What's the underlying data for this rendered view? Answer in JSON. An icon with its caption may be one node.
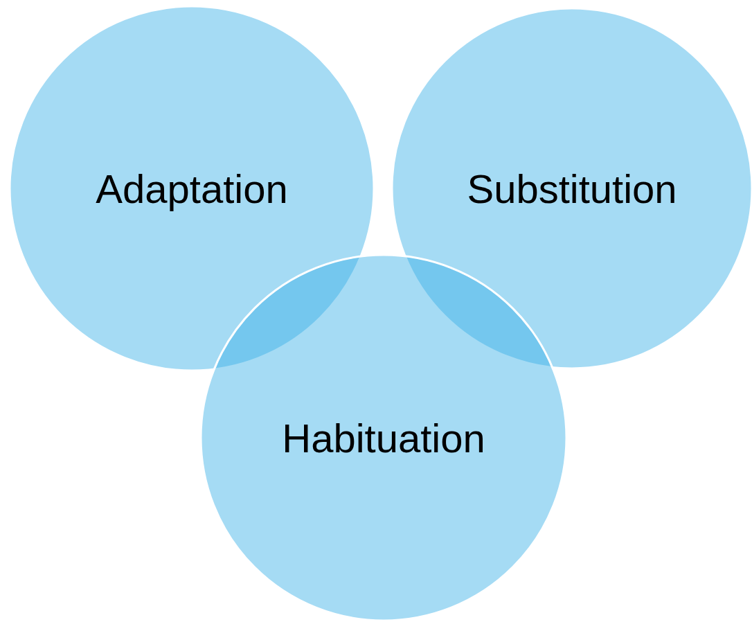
{
  "diagram": {
    "nodes": [
      {
        "text": [
          "Adaptation"
        ]
      },
      {
        "text": [
          "Substitution"
        ]
      },
      {
        "text": [
          "Habituation"
        ]
      }
    ]
  }
}
